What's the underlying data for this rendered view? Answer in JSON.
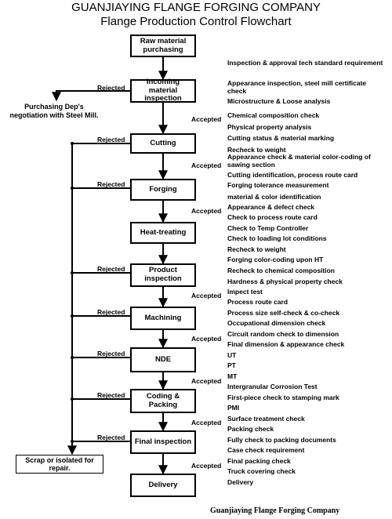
{
  "title": "GUANJIAYING FLANGE FORGING COMPANY",
  "subtitle": "Flange Production Control Flowchart",
  "stages": [
    {
      "label": "Raw material purchasing"
    },
    {
      "label": "Incoming material inspection"
    },
    {
      "label": "Cutting"
    },
    {
      "label": "Forging"
    },
    {
      "label": "Heat-treating"
    },
    {
      "label": "Product inspection"
    },
    {
      "label": "Machining"
    },
    {
      "label": "NDE"
    },
    {
      "label": "Coding & Packing"
    },
    {
      "label": "Final inspection"
    },
    {
      "label": "Delivery"
    }
  ],
  "rejected_label": "Rejected",
  "accepted_label": "Accepted",
  "purchasing_negotiation": "Purchasing Dep's negotiation with Steel Mill.",
  "scrap_box": "Scrap or isolated for repair.",
  "notes": [
    "Inspection & approval tech standard requirement",
    "Appearance inspection, steel mill certificate check",
    "Microstructure & Loose analysis",
    "Chemical composition check",
    "Physical property analysis",
    "Cutting status  & material marking",
    "Recheck to weight",
    "Appearance check & material color-coding of sawing section",
    "Cutting identification, process route card",
    "Forging tolerance measurement",
    "material & color identification",
    "Appearance & defect check",
    "Check to process route card",
    "Check to Temp Controller",
    "Check to loading lot conditions",
    "Recheck to weight",
    "Forging color-coding upon HT",
    "Recheck to chemical composition",
    "Hardness & physical property check",
    "Impect test",
    "Process route card",
    "Process size self-check & co-check",
    "Occupational dimension check",
    "Circuit random check to dimension",
    "Final dimension & appearance check",
    "UT",
    "PT",
    "MT",
    "Intergranular Corrosion Test",
    "First-piece check to stamping mark",
    "PMI",
    "Surface treatment check",
    "Packing check",
    "Fully check to packing documents",
    "Case check requirement",
    "Final packing check",
    "Truck covering check",
    "Delivery"
  ],
  "footer": "Guanjiaying Flange Forging Company"
}
